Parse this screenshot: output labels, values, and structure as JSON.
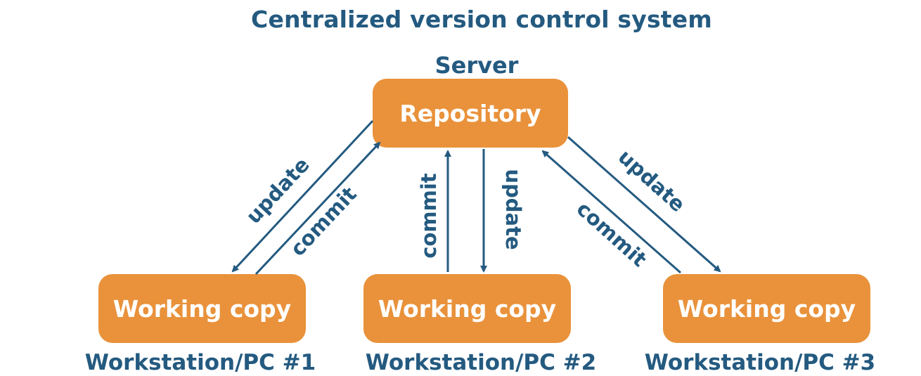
{
  "title": "Centralized version control system",
  "server": {
    "caption": "Server",
    "box_label": "Repository"
  },
  "workstations": [
    {
      "box_label": "Working copy",
      "caption": "Workstation/PC #1"
    },
    {
      "box_label": "Working copy",
      "caption": "Workstation/PC #2"
    },
    {
      "box_label": "Working copy",
      "caption": "Workstation/PC #3"
    }
  ],
  "edges": {
    "pc1_update": "update",
    "pc1_commit": "commit",
    "pc2_commit": "commit",
    "pc2_update": "update",
    "pc3_update": "update",
    "pc3_commit": "commit"
  },
  "colors": {
    "box_fill": "#e9923b",
    "box_text": "#ffffff",
    "text_and_arrows": "#245a80"
  }
}
